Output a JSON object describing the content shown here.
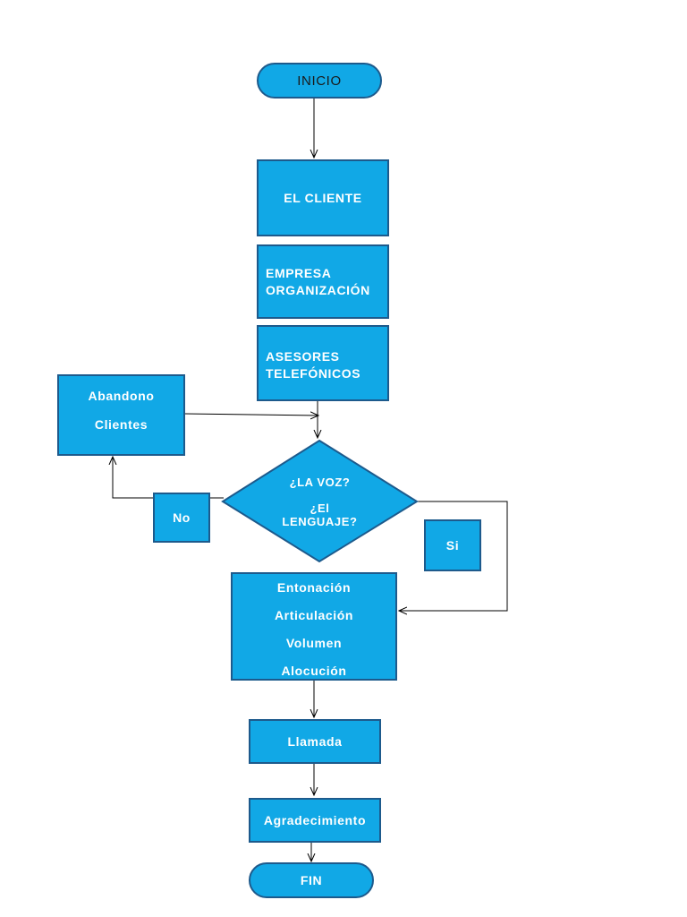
{
  "start": {
    "label": "INICIO"
  },
  "steps": {
    "cliente": "EL CLIENTE",
    "empresa": [
      "EMPRESA",
      "ORGANIZACIÓN"
    ],
    "asesores": [
      "ASESORES",
      "TELEFÓNICOS"
    ],
    "abandono": [
      "Abandono",
      "Clientes"
    ]
  },
  "decision": {
    "question1": "¿LA VOZ?",
    "question2": [
      "¿El",
      "LENGUAJE?"
    ],
    "no_label": "No",
    "yes_label": "Si"
  },
  "qualities": [
    "Entonación",
    "Articulación",
    "Volumen",
    "Alocución"
  ],
  "call": "Llamada",
  "thanks": "Agradecimiento",
  "end": {
    "label": "FIN"
  },
  "colors": {
    "fill": "#11a8e6",
    "border": "#1d5a8c",
    "line": "#000000"
  }
}
